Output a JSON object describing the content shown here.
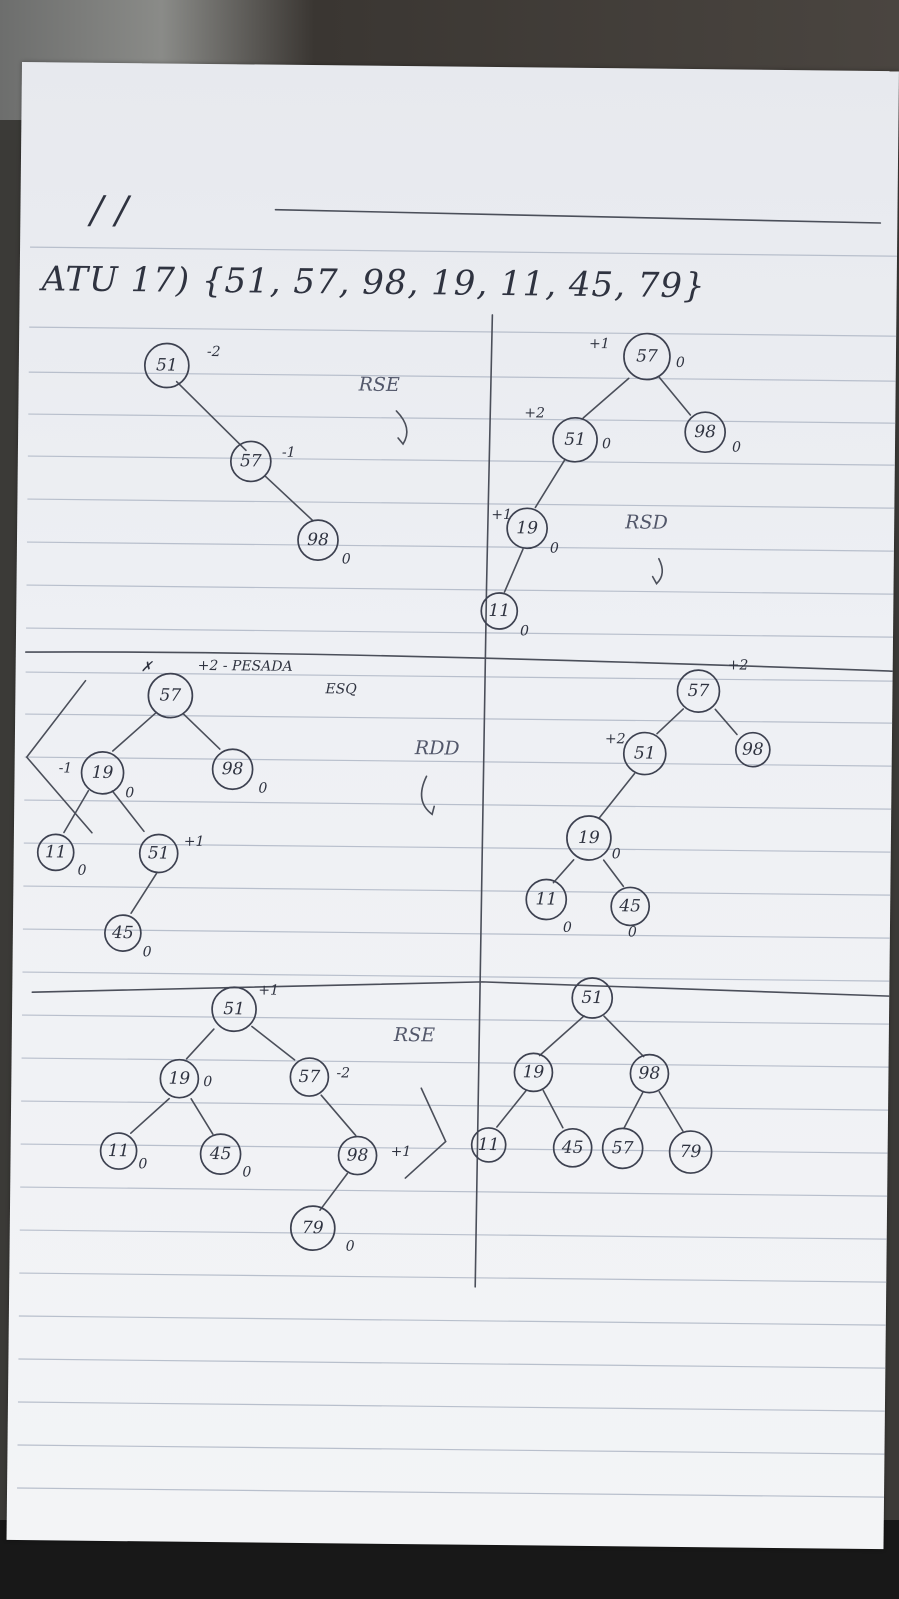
{
  "header": {
    "date_marks": "/   /"
  },
  "title": "ATU 17) {51, 57, 98, 19, 11, 45, 79}",
  "panels": {
    "p1": {
      "nodes": [
        {
          "label": "51",
          "balance": "-2"
        },
        {
          "label": "57",
          "balance": "-1"
        },
        {
          "label": "98",
          "balance": "0"
        }
      ],
      "note": "RSE"
    },
    "p2": {
      "nodes": [
        {
          "label": "57",
          "balance": "0"
        },
        {
          "label": "98",
          "balance": "0"
        },
        {
          "label": "51",
          "balance": "0"
        },
        {
          "label": "19",
          "balance": "0"
        },
        {
          "label": "11",
          "balance": "0"
        }
      ],
      "left_marks": [
        "+1",
        "+2",
        "+1"
      ],
      "note": "RSD"
    },
    "p3": {
      "nodes": [
        {
          "label": "57",
          "balance": ""
        },
        {
          "label": "98",
          "balance": "0"
        },
        {
          "label": "19",
          "balance": "0"
        },
        {
          "label": "11",
          "balance": "0"
        },
        {
          "label": "51",
          "balance": "+1"
        },
        {
          "label": "45",
          "balance": "0"
        }
      ],
      "heading": "+2 - PESADA",
      "subheading": "ESQ",
      "left_mark": "-1",
      "note": "RDD"
    },
    "p4": {
      "nodes": [
        {
          "label": "57",
          "balance": "+2"
        },
        {
          "label": "51",
          "balance": "+2"
        },
        {
          "label": "98",
          "balance": ""
        },
        {
          "label": "19",
          "balance": "0"
        },
        {
          "label": "11",
          "balance": "0"
        },
        {
          "label": "45",
          "balance": "0"
        }
      ]
    },
    "p5": {
      "nodes": [
        {
          "label": "51",
          "balance": "+1"
        },
        {
          "label": "19",
          "balance": "0"
        },
        {
          "label": "57",
          "balance": "-2"
        },
        {
          "label": "11",
          "balance": "0"
        },
        {
          "label": "45",
          "balance": "0"
        },
        {
          "label": "98",
          "balance": "+1"
        },
        {
          "label": "79",
          "balance": "0"
        }
      ],
      "note": "RSE"
    },
    "p6": {
      "nodes": [
        {
          "label": "51"
        },
        {
          "label": "19"
        },
        {
          "label": "98"
        },
        {
          "label": "11"
        },
        {
          "label": "45"
        },
        {
          "label": "57"
        },
        {
          "label": "79"
        }
      ]
    }
  },
  "colors": {
    "ink": "#3d4150",
    "rule": "#b8bfcc",
    "paper": "#eef0f4"
  }
}
